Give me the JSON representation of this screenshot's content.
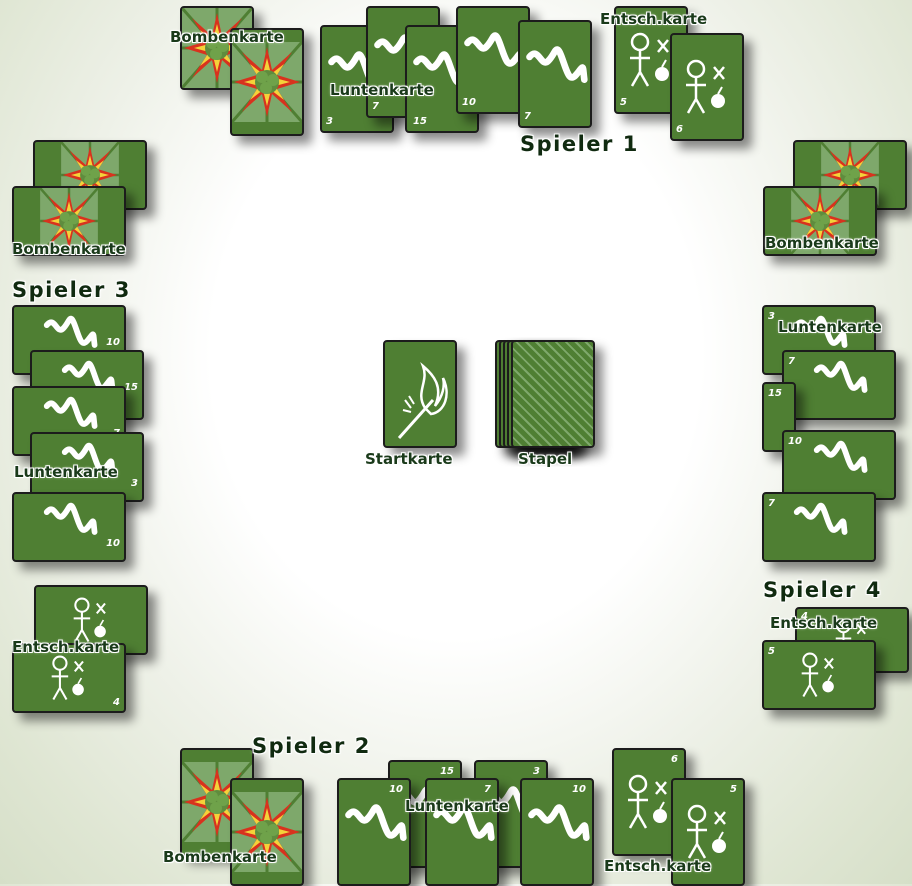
{
  "labels": {
    "bomb": "Bombenkarte",
    "fuse": "Luntenkarte",
    "decision": "Entsch.karte",
    "start": "Startkarte",
    "deck": "Stapel"
  },
  "players": {
    "p1": "Spieler 1",
    "p2": "Spieler 2",
    "p3": "Spieler 3",
    "p4": "Spieler 4"
  },
  "card_numbers": {
    "p1_fuse": [
      "3",
      "7",
      "15",
      "10",
      "7"
    ],
    "p1_decision": [
      "5",
      "6"
    ],
    "p2_fuse": [
      "10",
      "15",
      "7",
      "3",
      "10"
    ],
    "p2_decision": [
      "6",
      "5"
    ],
    "p3_fuse": [
      "10",
      "15",
      "7",
      "3",
      "10"
    ],
    "p3_decision": [
      "4"
    ],
    "p4_fuse": [
      "3",
      "7",
      "15",
      "10",
      "7"
    ],
    "p4_decision": [
      "4",
      "5"
    ]
  },
  "colors": {
    "card_green": "#4f7f33",
    "bomb_red": "#d8321e",
    "bomb_yellow": "#f4d23a"
  }
}
